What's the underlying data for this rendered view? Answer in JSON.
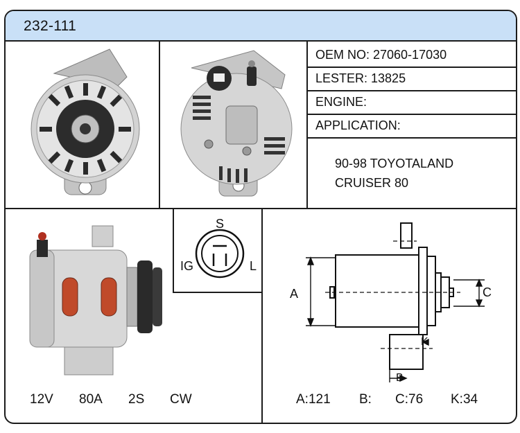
{
  "header": {
    "part_number": "232-111"
  },
  "info": {
    "oem": "OEM NO: 27060-17030",
    "lester": "LESTER: 13825",
    "engine": "ENGINE:",
    "application": "APPLICATION:",
    "app_line1": "90-98 TOYOTALAND",
    "app_line2": "CRUISER 80"
  },
  "connector": {
    "s": "S",
    "ig": "IG",
    "l": "L"
  },
  "drawing": {
    "a": "A",
    "c": "C",
    "k": "K",
    "b": "B"
  },
  "specs_left": {
    "voltage": "12V",
    "amperage": "80A",
    "pulley": "2S",
    "rotation": "CW"
  },
  "specs_right": {
    "a": "A:121",
    "b": "B:",
    "c": "C:76",
    "k": "K:34"
  },
  "colors": {
    "header_bg": "#c9e0f7",
    "border": "#1b1b1b"
  }
}
